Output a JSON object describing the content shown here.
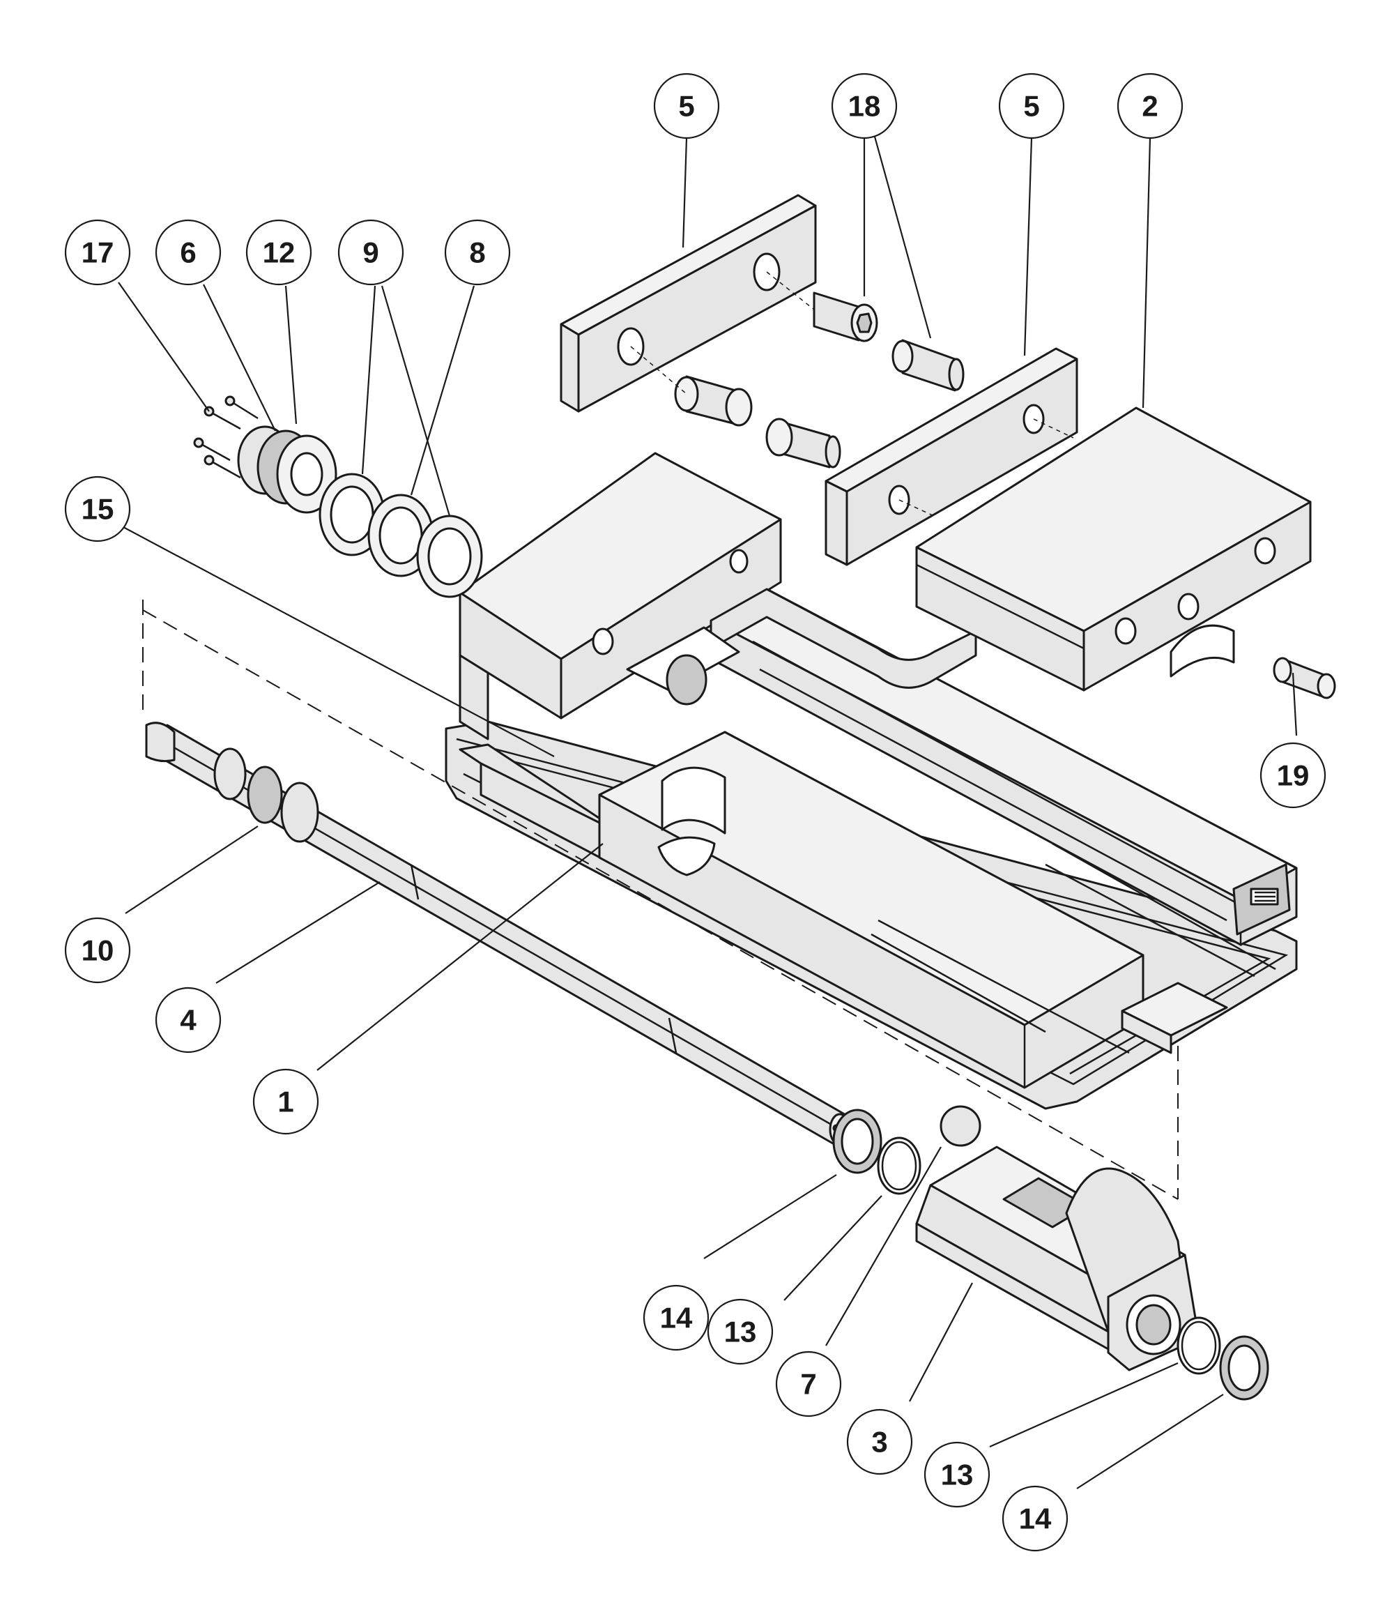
{
  "diagram": {
    "callouts": [
      {
        "id": "c-5a",
        "label": "5",
        "part": 5
      },
      {
        "id": "c-18",
        "label": "18",
        "part": 18
      },
      {
        "id": "c-5b",
        "label": "5",
        "part": 5
      },
      {
        "id": "c-2",
        "label": "2",
        "part": 2
      },
      {
        "id": "c-17",
        "label": "17",
        "part": 17
      },
      {
        "id": "c-6",
        "label": "6",
        "part": 6
      },
      {
        "id": "c-12",
        "label": "12",
        "part": 12
      },
      {
        "id": "c-9",
        "label": "9",
        "part": 9
      },
      {
        "id": "c-8",
        "label": "8",
        "part": 8
      },
      {
        "id": "c-15",
        "label": "15",
        "part": 15
      },
      {
        "id": "c-19",
        "label": "19",
        "part": 19
      },
      {
        "id": "c-10",
        "label": "10",
        "part": 10
      },
      {
        "id": "c-4",
        "label": "4",
        "part": 4
      },
      {
        "id": "c-1",
        "label": "1",
        "part": 1
      },
      {
        "id": "c-14a",
        "label": "14",
        "part": 14
      },
      {
        "id": "c-13a",
        "label": "13",
        "part": 13
      },
      {
        "id": "c-7",
        "label": "7",
        "part": 7
      },
      {
        "id": "c-3",
        "label": "3",
        "part": 3
      },
      {
        "id": "c-13b",
        "label": "13",
        "part": 13
      },
      {
        "id": "c-14b",
        "label": "14",
        "part": 14
      }
    ],
    "colors": {
      "line": "#1a1a1a",
      "fill": "#e6e6e6",
      "background": "#ffffff"
    }
  }
}
